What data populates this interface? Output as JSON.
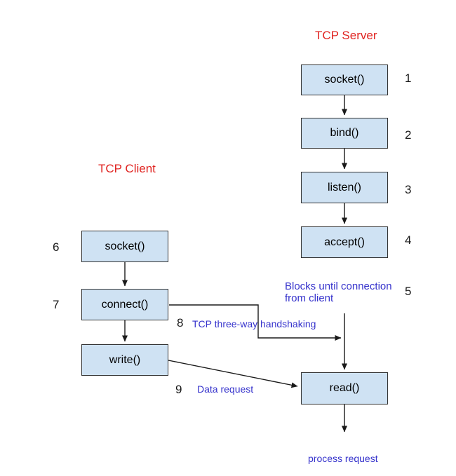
{
  "titles": {
    "server": "TCP Server",
    "client": "TCP Client"
  },
  "server_boxes": [
    {
      "label": "socket()",
      "step": "1"
    },
    {
      "label": "bind()",
      "step": "2"
    },
    {
      "label": "listen()",
      "step": "3"
    },
    {
      "label": "accept()",
      "step": "4"
    },
    {
      "label": "read()"
    }
  ],
  "client_boxes": [
    {
      "label": "socket()",
      "step": "6"
    },
    {
      "label": "connect()",
      "step": "7"
    },
    {
      "label": "write()"
    }
  ],
  "steps": {
    "s5": "5",
    "s8": "8",
    "s9": "9"
  },
  "annotations": {
    "blocks_line1": "Blocks until connection",
    "blocks_line2": "from client",
    "handshake": "TCP three-way handshaking",
    "data_request": "Data request",
    "process_request": "process request"
  },
  "colors": {
    "title_red": "#e02421",
    "annotation_blue": "#3633cc",
    "box_fill": "#cfe2f3",
    "box_border": "#333333",
    "connector_black": "#1a1a1a"
  }
}
